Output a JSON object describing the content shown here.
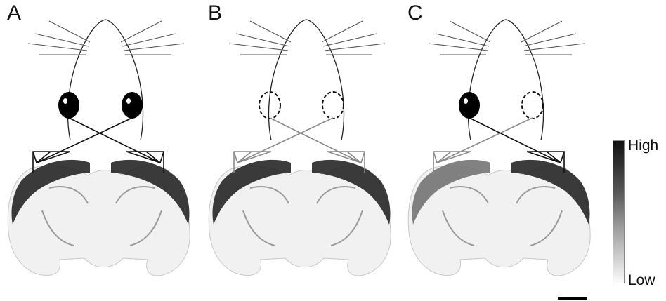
{
  "panels": [
    {
      "id": "a",
      "letter": "A",
      "left_eye": "open",
      "right_eye": "open",
      "left_hemisphere": "high",
      "right_hemisphere": "high"
    },
    {
      "id": "b",
      "letter": "B",
      "left_eye": "closed",
      "right_eye": "closed",
      "left_hemisphere": "high",
      "right_hemisphere": "high"
    },
    {
      "id": "c",
      "letter": "C",
      "left_eye": "open",
      "right_eye": "closed",
      "left_hemisphere": "low",
      "right_hemisphere": "high"
    }
  ],
  "legend": {
    "high": "High",
    "low": "Low"
  },
  "colors": {
    "pathway_open": "#111111",
    "pathway_closed": "#8a8a8a",
    "tissue_high": "#1a1a1a",
    "tissue_low": "#6c6c6c"
  }
}
